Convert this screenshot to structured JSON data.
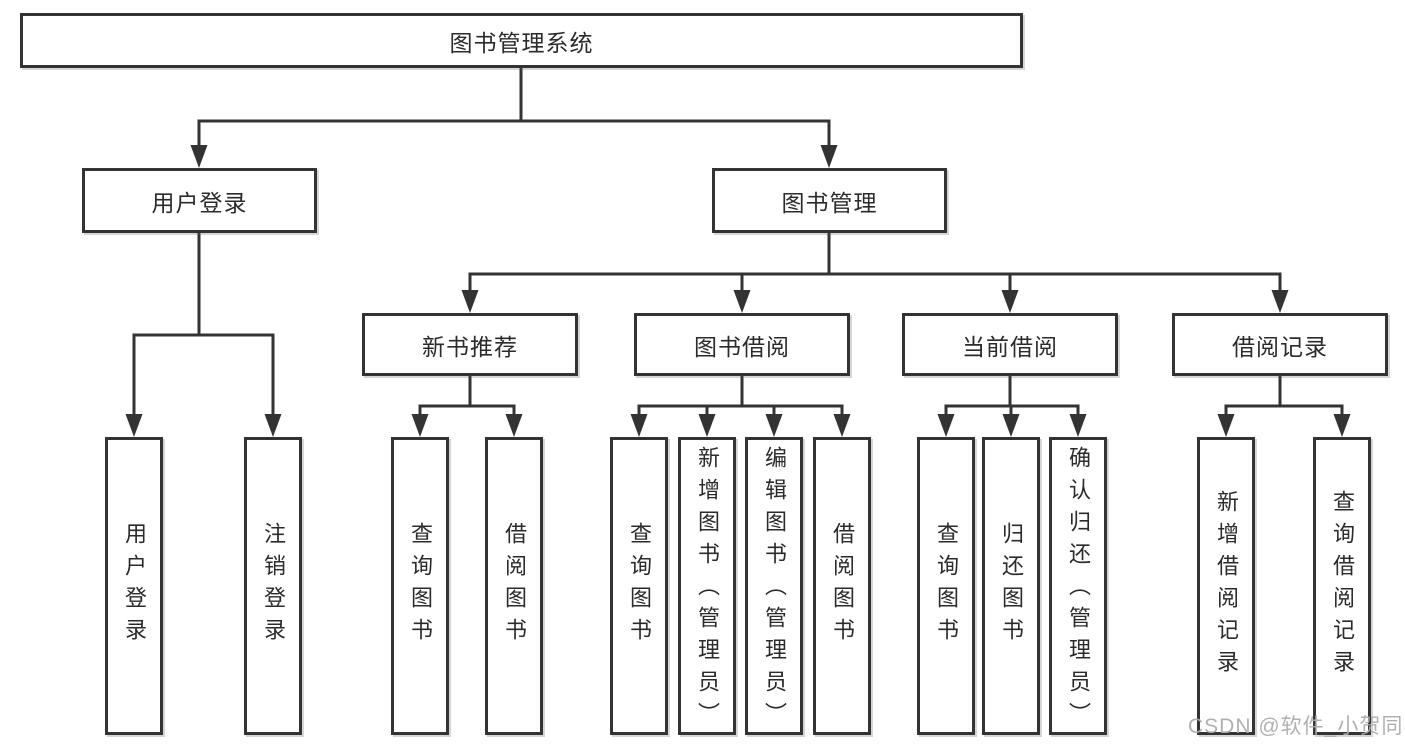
{
  "colors": {
    "line": "#333333",
    "box_border": "#333333",
    "box_fill": "#ffffff",
    "text": "#2b2b2b",
    "watermark": "#adadad"
  },
  "watermark": {
    "text": "CSDN @软件_小贺同学"
  },
  "tree": {
    "label": "图书管理系统",
    "children": [
      {
        "label": "用户登录",
        "children": [
          {
            "label": "用户登录"
          },
          {
            "label": "注销登录"
          }
        ]
      },
      {
        "label": "图书管理",
        "children": [
          {
            "label": "新书推荐",
            "children": [
              {
                "label": "查询图书"
              },
              {
                "label": "借阅图书"
              }
            ]
          },
          {
            "label": "图书借阅",
            "children": [
              {
                "label": "查询图书"
              },
              {
                "label": "新增图书（管理员）"
              },
              {
                "label": "编辑图书（管理员）"
              },
              {
                "label": "借阅图书"
              }
            ]
          },
          {
            "label": "当前借阅",
            "children": [
              {
                "label": "查询图书"
              },
              {
                "label": "归还图书"
              },
              {
                "label": "确认归还（管理员）"
              }
            ]
          },
          {
            "label": "借阅记录",
            "children": [
              {
                "label": "新增借阅记录"
              },
              {
                "label": "查询借阅记录"
              }
            ]
          }
        ]
      }
    ]
  }
}
